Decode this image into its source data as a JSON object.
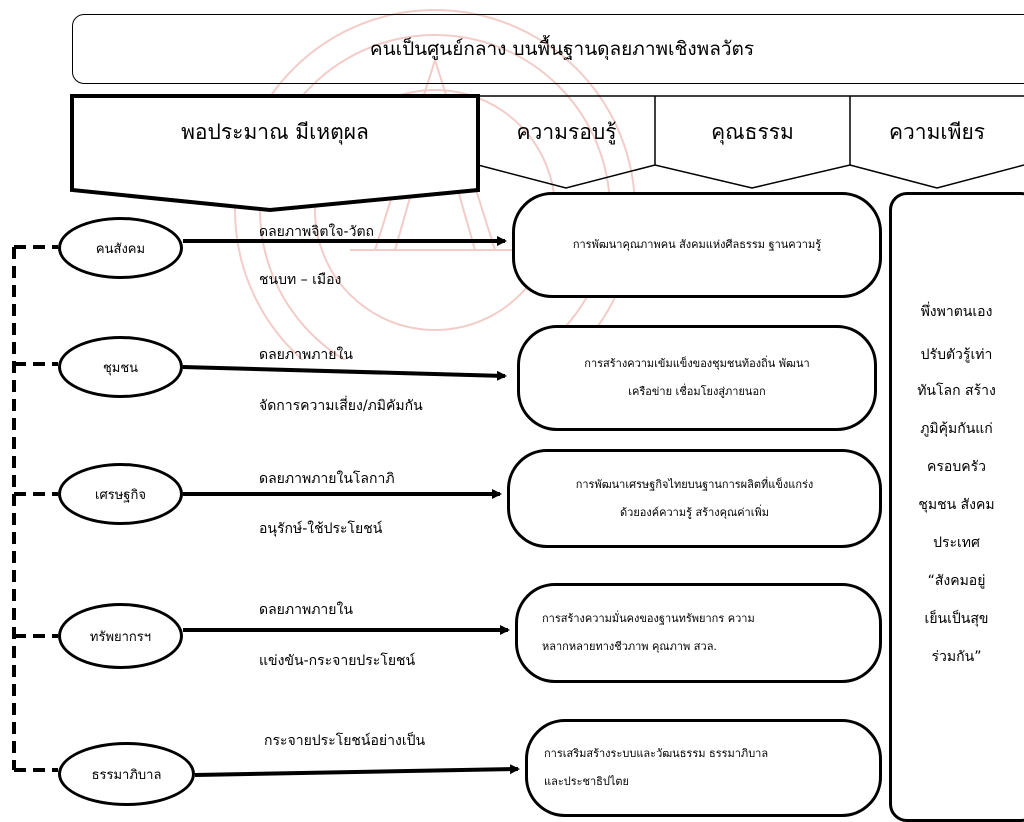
{
  "title": "คนเป็นศูนย์กลาง บนพื้นฐานดุลยภาพเชิงพลวัตร",
  "headers": [
    "พอประมาณ มีเหตุผล",
    "ความรอบรู้",
    "คุณธรรม",
    "ความเพียร"
  ],
  "rows": [
    {
      "node": "คนสังคม",
      "label1": "ดลยภาพจิตใจ-วัตถ",
      "label2": "ชนบท – เมือง",
      "box": [
        "การพัฒนาคุณภาพคน สังคมแห่งศีลธรรม ฐานความรู้"
      ]
    },
    {
      "node": "ชุมชน",
      "label1": "ดลยภาพภายใน",
      "label2": "จัดการความเสี่ยง/ภมิคัมกัน",
      "box": [
        "การสร้างความเข้มแข็งของชุมชนท้องถิ่น พัฒนา",
        "เครือข่าย เชื่อมโยงสู่ภายนอก"
      ]
    },
    {
      "node": "เศรษฐกิจ",
      "label1": "ดลยภาพภายในโลกาภิ",
      "label2": "อนุรักษ์-ใช้ประโยชน์",
      "box": [
        "การพัฒนาเศรษฐกิจไทยบนฐานการผลิตที่แข็งแกร่ง",
        "ด้วยองค์ความรู้ สร้างคุณค่าเพิ่ม"
      ]
    },
    {
      "node": "ทรัพยากรฯ",
      "label1": "ดลยภาพภายใน",
      "label2": "แข่งขัน-กระจายประโยชน์",
      "box": [
        "การสร้างความมั่นคงของฐานทรัพยากร ความ",
        "หลากหลายทางชีวภาพ คุณภาพ สวล."
      ]
    },
    {
      "node": "ธรรมาภิบาล",
      "label1": "กระจายประโยชน์อย่างเป็น",
      "label2": "",
      "box": [
        "การเสริมสร้างระบบและวัฒนธรรม  ธรรมาภิบาล",
        "และประชาธิปไตย"
      ]
    }
  ],
  "right_column": [
    "พึ่งพาตนเอง",
    "ปรับตัวรู้เท่า",
    "ทันโลก สร้าง",
    "ภูมิคุ้มกันแก่",
    "ครอบครัว",
    "ชุมชน สังคม",
    "ประเทศ",
    "“สังคมอยู่",
    "เย็นเป็นสุข",
    "ร่วมกัน”"
  ],
  "colors": {
    "watermark": "#e9b3ad",
    "line": "#000000"
  }
}
